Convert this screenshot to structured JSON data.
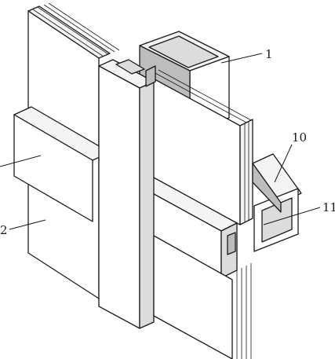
{
  "diagram": {
    "callouts": [
      {
        "id": "1",
        "label": "1"
      },
      {
        "id": "10",
        "label": "10"
      },
      {
        "id": "11",
        "label": "11"
      },
      {
        "id": "12",
        "label": "2"
      }
    ]
  }
}
